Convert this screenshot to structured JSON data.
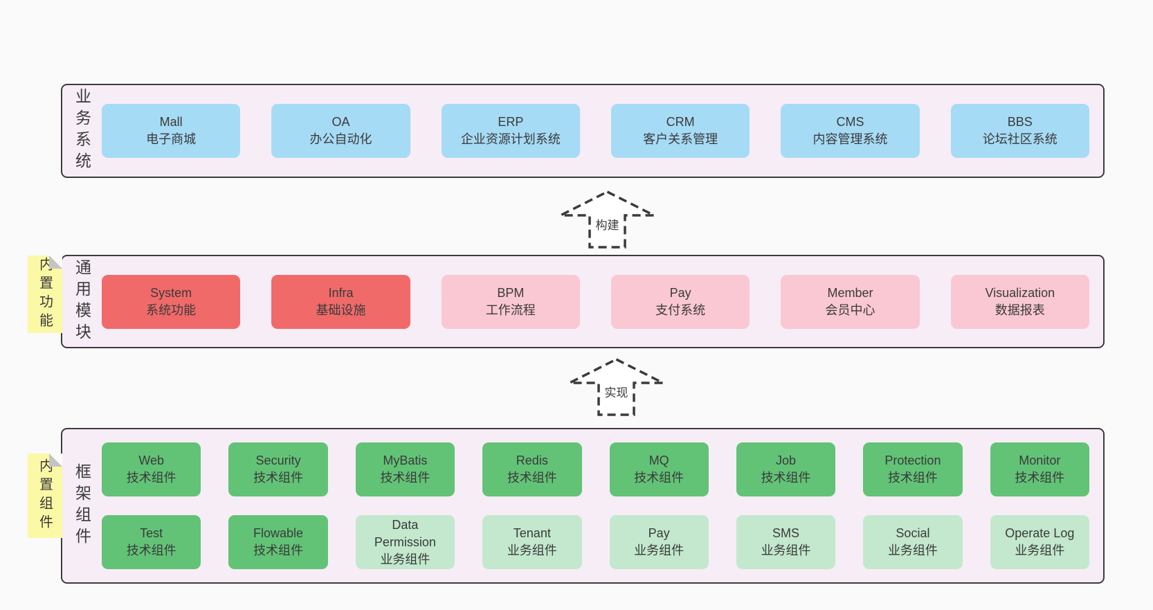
{
  "colors": {
    "page_bg": "#fafafa",
    "container_bg": "#f7edf6",
    "container_border": "#3b3b3b",
    "box_blue": "#a6dbf5",
    "box_red": "#f06a6a",
    "box_pink": "#fac8d2",
    "box_green": "#62c377",
    "box_green_light": "#c3e8cd",
    "tag_yellow": "#fbf9a5",
    "text": "#3a3a3a"
  },
  "arrows": [
    {
      "label": "构建"
    },
    {
      "label": "实现"
    }
  ],
  "layers": {
    "business": {
      "label": "业务系统",
      "boxes": [
        {
          "name": "Mall",
          "desc": "电子商城"
        },
        {
          "name": "OA",
          "desc": "办公自动化"
        },
        {
          "name": "ERP",
          "desc": "企业资源计划系统"
        },
        {
          "name": "CRM",
          "desc": "客户关系管理"
        },
        {
          "name": "CMS",
          "desc": "内容管理系统"
        },
        {
          "name": "BBS",
          "desc": "论坛社区系统"
        }
      ]
    },
    "modules": {
      "label": "通用模块",
      "tag": "内置功能",
      "boxes": [
        {
          "name": "System",
          "desc": "系统功能"
        },
        {
          "name": "Infra",
          "desc": "基础设施"
        },
        {
          "name": "BPM",
          "desc": "工作流程"
        },
        {
          "name": "Pay",
          "desc": "支付系统"
        },
        {
          "name": "Member",
          "desc": "会员中心"
        },
        {
          "name": "Visualization",
          "desc": "数据报表"
        }
      ]
    },
    "framework": {
      "label": "框架组件",
      "tag": "内置组件",
      "rows": [
        [
          {
            "name": "Web",
            "desc": "技术组件"
          },
          {
            "name": "Security",
            "desc": "技术组件"
          },
          {
            "name": "MyBatis",
            "desc": "技术组件"
          },
          {
            "name": "Redis",
            "desc": "技术组件"
          },
          {
            "name": "MQ",
            "desc": "技术组件"
          },
          {
            "name": "Job",
            "desc": "技术组件"
          },
          {
            "name": "Protection",
            "desc": "技术组件"
          },
          {
            "name": "Monitor",
            "desc": "技术组件"
          }
        ],
        [
          {
            "name": "Test",
            "desc": "技术组件"
          },
          {
            "name": "Flowable",
            "desc": "技术组件"
          },
          {
            "name": "Data Permission",
            "desc": "业务组件"
          },
          {
            "name": "Tenant",
            "desc": "业务组件"
          },
          {
            "name": "Pay",
            "desc": "业务组件"
          },
          {
            "name": "SMS",
            "desc": "业务组件"
          },
          {
            "name": "Social",
            "desc": "业务组件"
          },
          {
            "name": "Operate Log",
            "desc": "业务组件"
          }
        ]
      ]
    }
  }
}
